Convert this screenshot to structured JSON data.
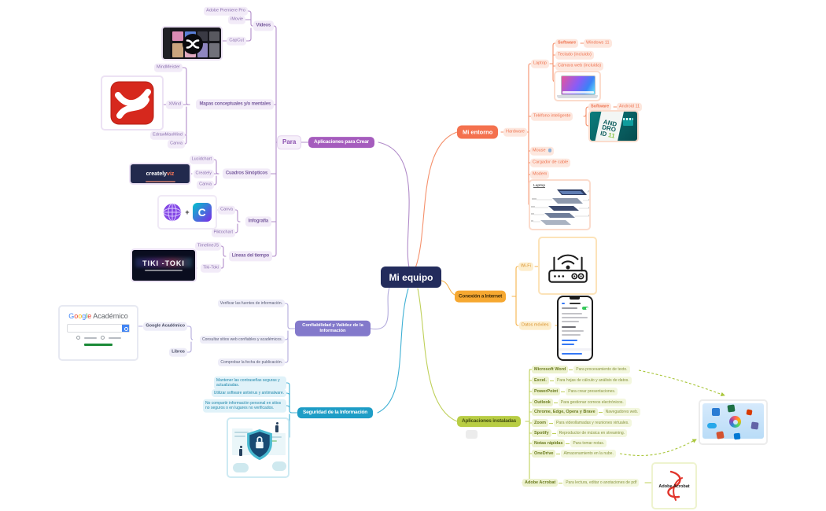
{
  "colors": {
    "center_bg": "#232c5c",
    "crear": "#a55cbd",
    "confiabilidad": "#8379cb",
    "seguridad": "#1e9dc6",
    "entorno": "#f4714e",
    "conexion": "#f6a831",
    "apps": "#b8cd44"
  },
  "center": {
    "label": "Mi equipo"
  },
  "crear": {
    "para": "Para",
    "hub": "Aplicaciones para Crear",
    "videos": {
      "t": "Vídeos",
      "premiere": "Adobe Premiere Pro",
      "imovie": "iMovie",
      "capcut": "CapCut"
    },
    "mapas": {
      "t": "Mapas conceptuales y/o mentales",
      "mindmeister": "MindMeister",
      "xmind": "XMind",
      "edraw": "EdrawMaxMind",
      "canva": "Canva"
    },
    "cuadros": {
      "t": "Cuadros Sinópticos",
      "lucidchart": "Lucidchart",
      "creately": "Creately",
      "canva": "Canva"
    },
    "infografia": {
      "t": "Infografía",
      "canva": "Canva",
      "piktochart": "Piktochart"
    },
    "lineas": {
      "t": "Líneas del tiempo",
      "timelinejs": "TimelineJS",
      "tikitoki": "Tiki-Toki"
    }
  },
  "confiabilidad": {
    "hub": "Confiabilidad y Validez de la Información",
    "verificar": "Verificar las fuentes de información.",
    "google": "Google Académico",
    "consultar": "Consultar sitios web confiables y académicos.",
    "libros": "Libros",
    "comprobar": "Comprobar la fecha de publicación."
  },
  "seguridad": {
    "hub": "Seguridad de la Información",
    "i1": "Mantener las contraseñas seguras y actualizadas.",
    "i2": "Utilizar software antivirus y antimalware.",
    "i3": "No compartir información personal en sitios no seguros o en lugares no verificados."
  },
  "entorno": {
    "hub": "Mi entorno",
    "hardware": "Hardware",
    "laptop": "Laptop",
    "software1": "Software",
    "windows": "Windows 11",
    "teclado": "Teclado (incluido)",
    "camara": "Cámara web (incluida)",
    "telefono": "Teléfono inteligente",
    "software2": "Software",
    "android": "Android 11",
    "mouse": "Mouse",
    "cargador": "Cargador de cable",
    "modem": "Modem"
  },
  "conexion": {
    "hub": "Conexión a Internet",
    "wifi": "Wi-Fi",
    "datos": "Datos móviles"
  },
  "apps": {
    "hub": "Aplicaciones instaladas",
    "items": [
      {
        "name": "Microsoft Word",
        "desc": "Para procesamiento de texto."
      },
      {
        "name": "Excel.",
        "desc": "Para hojas de cálculo y análisis de datos."
      },
      {
        "name": "PowerPoint",
        "desc": "Para crear presentaciones."
      },
      {
        "name": "Outlook",
        "desc": "Para gestionar correos electrónicos."
      },
      {
        "name": "Chrome, Edge, Opera y Brave",
        "desc": "Navegadores web."
      },
      {
        "name": "Zoom",
        "desc": "Para videollamadas y reuniones virtuales."
      },
      {
        "name": "Spotify",
        "desc": "Reproductor de música en streaming."
      },
      {
        "name": "Notas rápidas",
        "desc": "Para tomar notas."
      },
      {
        "name": "OneDrive",
        "desc": "Almacenamiento en la nube."
      },
      {
        "name": "Adobe Acrobat",
        "desc": "Para lectura, editar o anotaciones de pdf"
      }
    ]
  },
  "images": {
    "creately": {
      "brand": "creately",
      "viz": "viz"
    },
    "tikitoki": {
      "title": "TIKI -TOKI"
    },
    "google": {
      "letters": [
        "G",
        "o",
        "o",
        "g",
        "l",
        "e"
      ],
      "suffix": "Académico"
    },
    "android": {
      "l1": "AND",
      "l2": "DRO",
      "l3": "ID",
      "l4": "11"
    },
    "internals": {
      "caption": "Laptop"
    },
    "adobe": {
      "brand": "Adobe Acrobat"
    }
  }
}
